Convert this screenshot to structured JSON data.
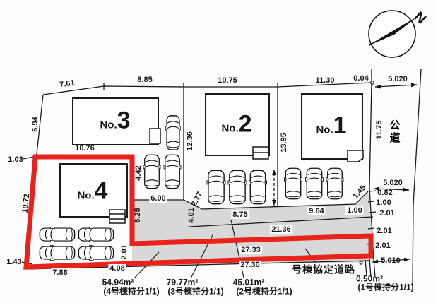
{
  "compass": {
    "north_label": "N"
  },
  "houses": [
    {
      "prefix": "No.",
      "number": "1"
    },
    {
      "prefix": "No.",
      "number": "2"
    },
    {
      "prefix": "No.",
      "number": "3"
    },
    {
      "prefix": "No.",
      "number": "4"
    }
  ],
  "dims_top": [
    "7.61",
    "8.85",
    "10.75",
    "11.30",
    "0.04",
    "5.020"
  ],
  "dims_left": [
    "6.94",
    "1.03",
    "10.72",
    "1.43"
  ],
  "dims_inner": [
    "10.76",
    "12.36",
    "13.95",
    "4.42",
    "6.25",
    "6.00",
    "2.77",
    "4.01",
    "8.75",
    "9.64",
    "1.00",
    "21.36",
    "27.33",
    "27.30",
    "2.01",
    "1.45"
  ],
  "dims_right": [
    "11.75",
    "5.020",
    "0.82",
    "1.00",
    "2.01",
    "2.01",
    "2.01",
    "5.010"
  ],
  "dims_bottom": [
    "7.88",
    "4.08"
  ],
  "labels": {
    "public_road": "公道",
    "agreement_road": "号棟協定道路"
  },
  "area_notes": [
    {
      "area": "54.94m²",
      "share": "(4号棟持分1/1)"
    },
    {
      "area": "79.77m²",
      "share": "(3号棟持分1/1)"
    },
    {
      "area": "45.01m²",
      "share": "(2号棟持分1/1)"
    },
    {
      "area": "0.50m²",
      "share": "(1号棟持分1/1)"
    }
  ],
  "colors": {
    "highlight_red": "#e8231d",
    "road_gray": "#d8d8d8"
  }
}
